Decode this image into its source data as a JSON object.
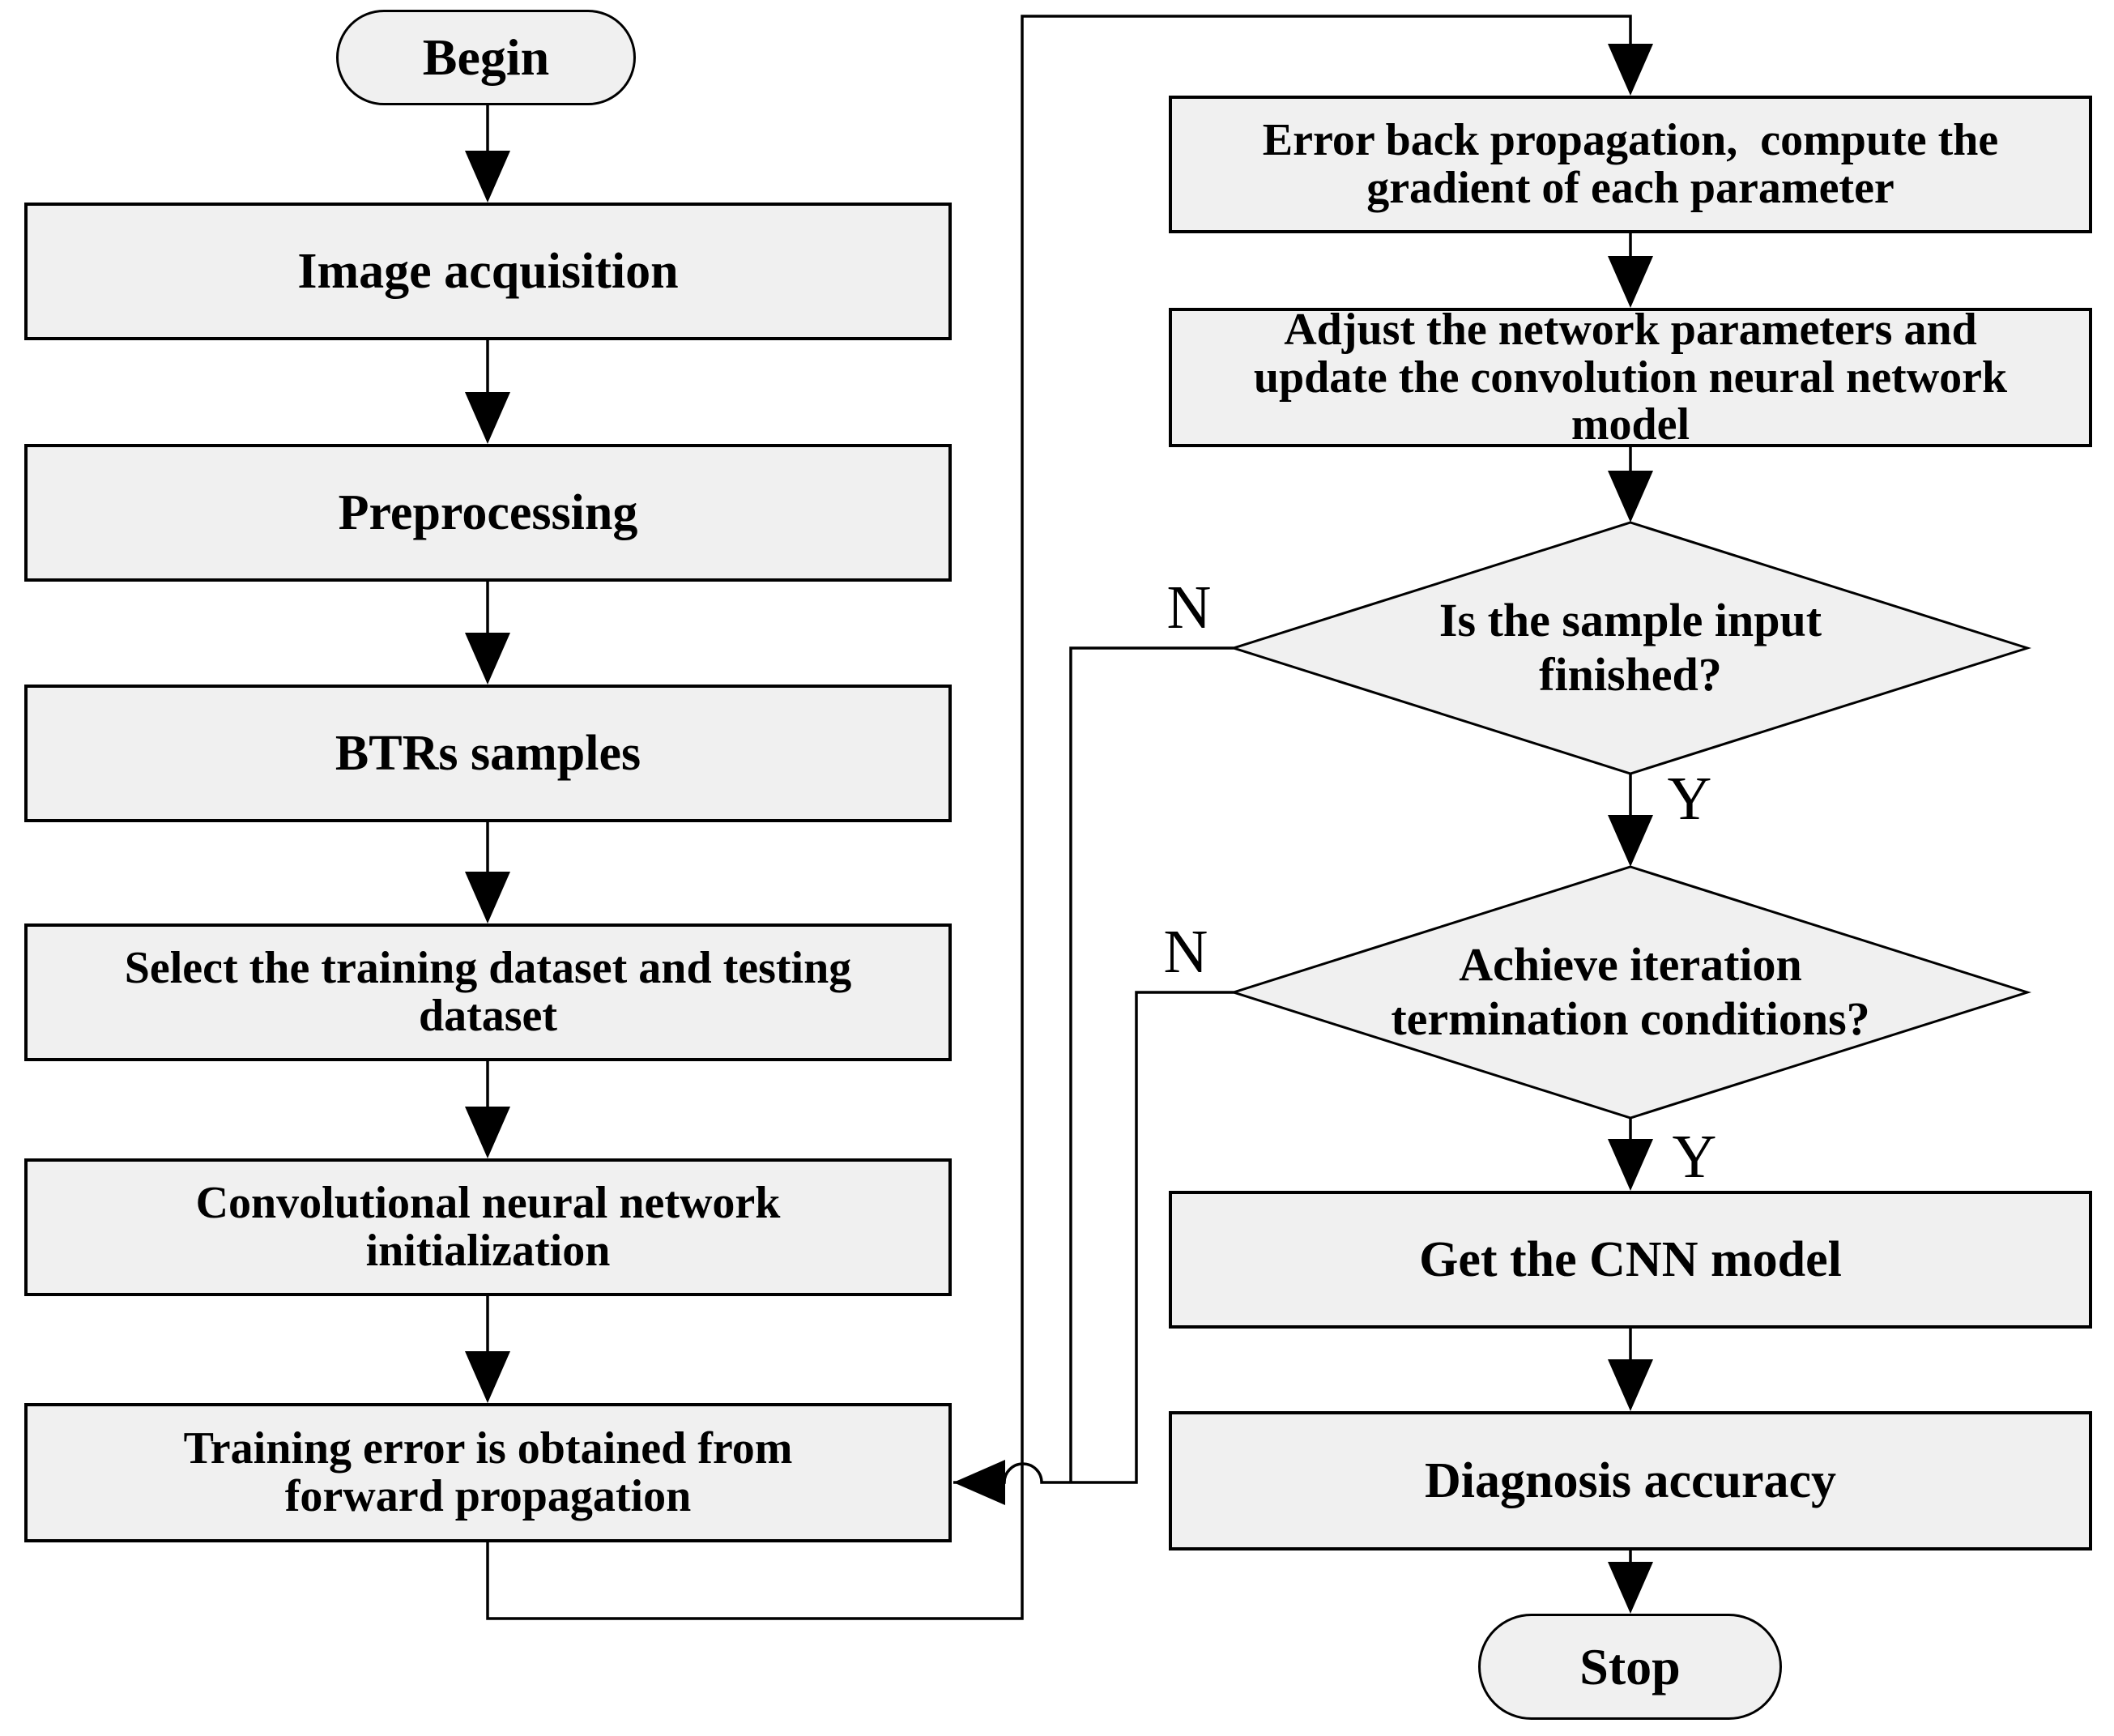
{
  "colors": {
    "background": "#ffffff",
    "node_fill": "#f0f0f0",
    "line": "#000000",
    "text": "#000000"
  },
  "nodes": {
    "begin": {
      "type": "terminator",
      "label": "Begin"
    },
    "image_acquisition": {
      "type": "process",
      "label": "Image acquisition"
    },
    "preprocessing": {
      "type": "process",
      "label": "Preprocessing"
    },
    "btrs_samples": {
      "type": "process",
      "label": "BTRs samples"
    },
    "select_dataset": {
      "type": "process",
      "label": "Select the training dataset and testing\ndataset"
    },
    "cnn_initialization": {
      "type": "process",
      "label": "Convolutional neural network\ninitialization"
    },
    "training_error": {
      "type": "process",
      "label": "Training error is obtained from\nforward propagation"
    },
    "error_backprop": {
      "type": "process",
      "label": "Error back propagation,  compute the\ngradient of each parameter"
    },
    "adjust_parameters": {
      "type": "process",
      "label": "Adjust the network parameters and\nupdate the convolution neural network\nmodel"
    },
    "sample_input_finished": {
      "type": "decision",
      "label": "Is the sample input\nfinished?"
    },
    "iteration_termination": {
      "type": "decision",
      "label": "Achieve iteration\ntermination conditions?"
    },
    "get_cnn_model": {
      "type": "process",
      "label": "Get the CNN model"
    },
    "diagnosis_accuracy": {
      "type": "process",
      "label": "Diagnosis accuracy"
    },
    "stop": {
      "type": "terminator",
      "label": "Stop"
    }
  },
  "edge_labels": {
    "sample_input_no": "N",
    "sample_input_yes": "Y",
    "iteration_no": "N",
    "iteration_yes": "Y"
  }
}
